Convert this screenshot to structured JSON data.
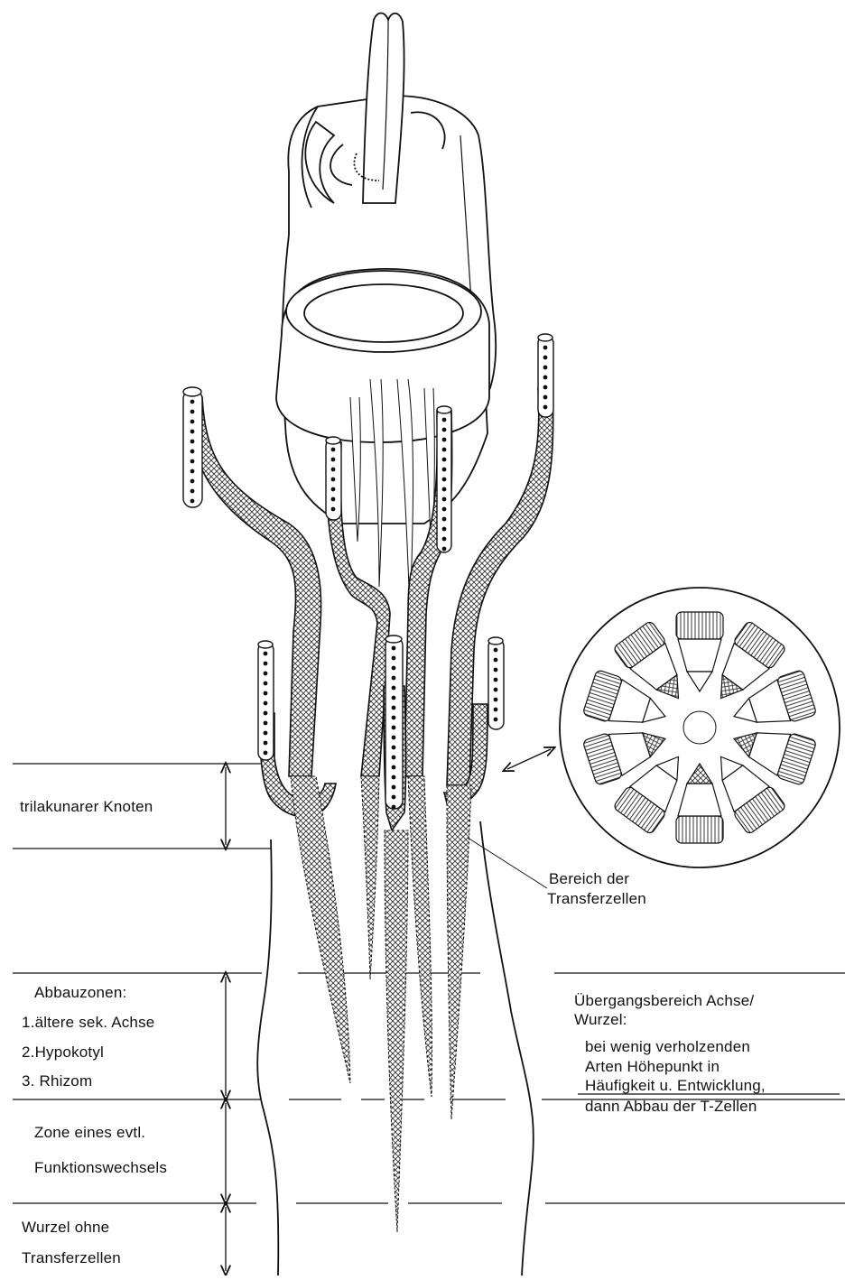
{
  "labels": {
    "trilakunar": "trilakunarer Knoten",
    "bereich_line1": "Bereich der",
    "bereich_line2": "Transferzellen",
    "abbauzonen": "Abbauzonen:",
    "abbau_1": "1.ältere sek. Achse",
    "abbau_2": "2.Hypokotyl",
    "abbau_3": "3. Rhizom",
    "zone_line1": "Zone eines evtl.",
    "zone_line2": "Funktionswechsels",
    "wurzel_line1": "Wurzel ohne",
    "wurzel_line2": "Transferzellen",
    "uebergang_line1": "Übergangsbereich Achse/",
    "uebergang_line2": "Wurzel:",
    "uebergang_line3": "bei wenig verholzenden",
    "uebergang_line4": "Arten Höhepunkt in",
    "uebergang_line5": "Häufigkeit u. Entwicklung,",
    "uebergang_line6": "dann Abbau der T-Zellen"
  },
  "colors": {
    "ink": "#111111",
    "hatch": "#333333",
    "paper": "#ffffff"
  }
}
